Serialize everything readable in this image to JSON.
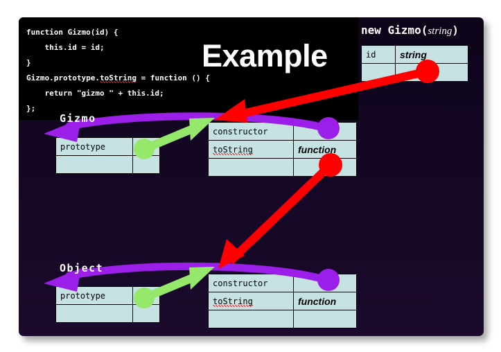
{
  "slide": {
    "title": "Example",
    "background_dark": "#140724",
    "code_background": "#000000",
    "table_fill": "#c6e2e3",
    "accent_red": "#ff0000",
    "accent_purple": "#9b1fe8",
    "accent_green": "#96e86b"
  },
  "code": {
    "lines": [
      "function Gizmo(id) {",
      "    this.id = id;",
      "}",
      "Gizmo.prototype.toString = function () {",
      "    return \"gizmo \" + this.id;",
      "};"
    ],
    "misspelled_token": "toString"
  },
  "instance": {
    "heading_prefix": "new Gizmo(",
    "heading_arg": "string",
    "heading_suffix": ")",
    "rows": [
      {
        "key": "id",
        "value": "string",
        "value_style": "bold-italic"
      },
      {
        "key": "",
        "value": ""
      }
    ]
  },
  "gizmo": {
    "label": "Gizmo",
    "rows": [
      {
        "key": "prototype",
        "value": ""
      },
      {
        "key": "",
        "value": ""
      }
    ]
  },
  "gizmo_prototype": {
    "rows": [
      {
        "key": "constructor",
        "value": ""
      },
      {
        "key": "toString",
        "value": "function",
        "value_style": "bold-italic"
      },
      {
        "key": "",
        "value": ""
      }
    ]
  },
  "object": {
    "label": "Object",
    "rows": [
      {
        "key": "prototype",
        "value": ""
      },
      {
        "key": "",
        "value": ""
      }
    ]
  },
  "object_prototype": {
    "rows": [
      {
        "key": "constructor",
        "value": ""
      },
      {
        "key": "toString",
        "value": "function",
        "value_style": "bold-italic"
      },
      {
        "key": "",
        "value": ""
      }
    ]
  },
  "connectors": [
    {
      "name": "instance-to-gizmo-prototype",
      "color": "#ff0000",
      "kind": "red-arrow"
    },
    {
      "name": "gizmo-prototype-to-object-prototype",
      "color": "#ff0000",
      "kind": "red-arrow"
    },
    {
      "name": "gizmo-constructor-to-gizmo",
      "color": "#9b1fe8",
      "kind": "purple-curve"
    },
    {
      "name": "object-constructor-to-object",
      "color": "#9b1fe8",
      "kind": "purple-curve"
    },
    {
      "name": "gizmo-prototype-slot-to-gizmo-prototype",
      "color": "#96e86b",
      "kind": "green-arrow"
    },
    {
      "name": "object-prototype-slot-to-object-prototype",
      "color": "#96e86b",
      "kind": "green-arrow"
    }
  ]
}
